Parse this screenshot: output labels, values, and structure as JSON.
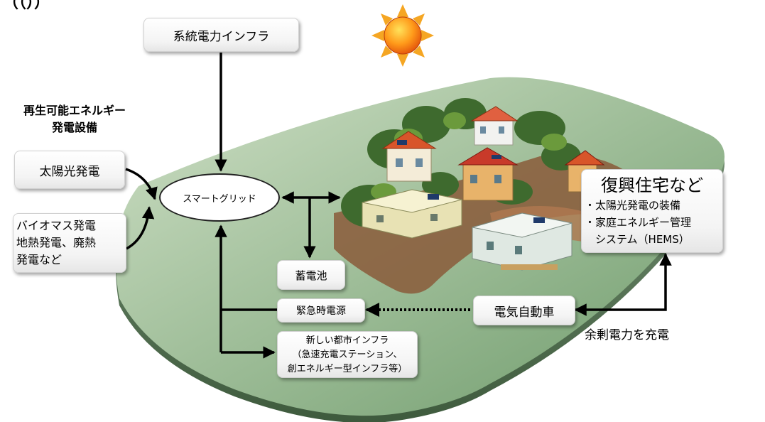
{
  "title_fragment": "（（））",
  "grid": "系統電力インフラ",
  "renewable_heading": [
    "再生可能エネルギー",
    "発電設備"
  ],
  "solar": "太陽光発電",
  "biomass": [
    "バイオマス発電",
    "地熱発電、廃熱",
    "発電など"
  ],
  "smartgrid": "スマートグリッド",
  "battery": "蓄電池",
  "emergency": "緊急時電源",
  "urban": [
    "新しい都市インフラ",
    "（急速充電ステーション、",
    "創エネルギー型インフラ等）"
  ],
  "ev": "電気自動車",
  "surplus": "余剰電力を充電",
  "housing": {
    "title": "復興住宅など",
    "items": [
      "・太陽光発電の装備",
      "・家庭エネルギー管理",
      "　システム（HEMS）"
    ]
  }
}
